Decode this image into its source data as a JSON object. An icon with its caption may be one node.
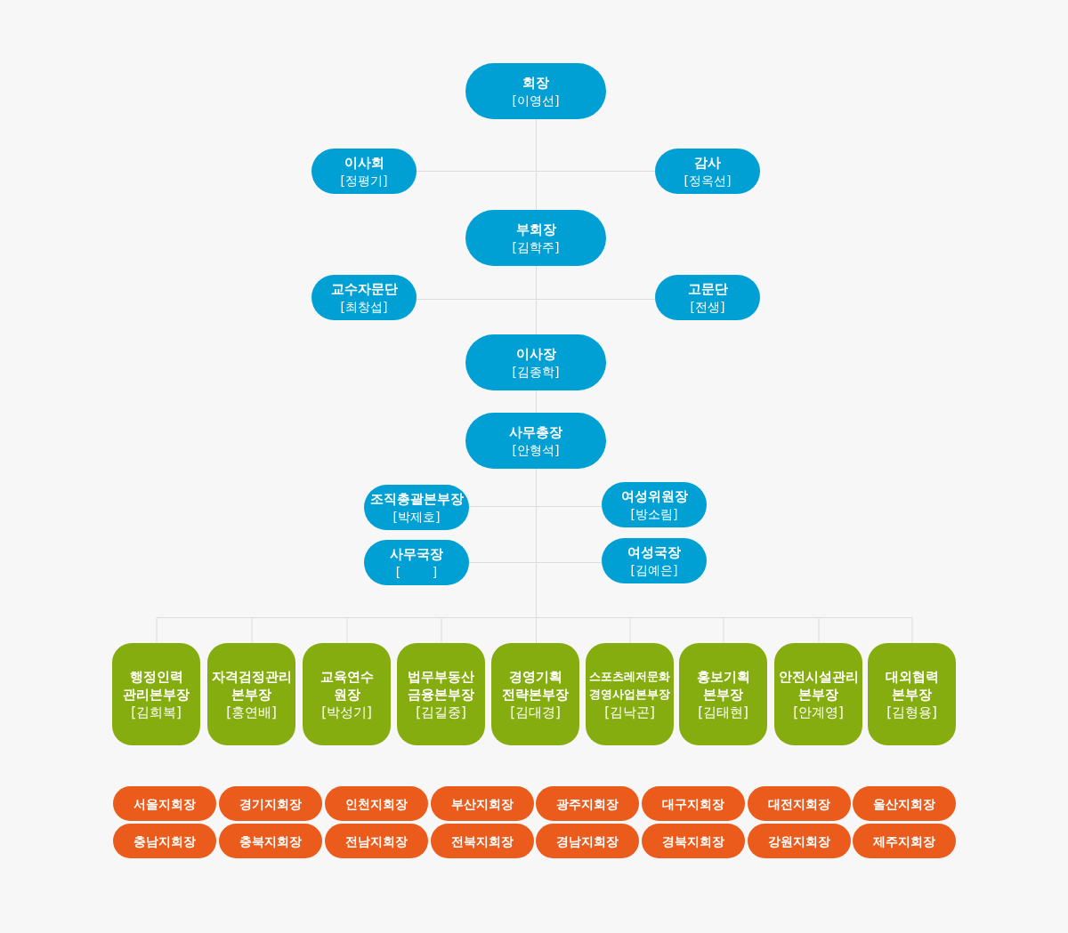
{
  "diagram": {
    "nodes": [
      {
        "text": [
          "회장",
          "[이영선]"
        ]
      },
      {
        "text": [
          "이사회",
          "[정평기]"
        ]
      },
      {
        "text": [
          "감사",
          "[정옥선]"
        ]
      },
      {
        "text": [
          "부회장",
          "[김학주]"
        ]
      },
      {
        "text": [
          "교수자문단",
          "[최창섭]"
        ]
      },
      {
        "text": [
          "고문단",
          "[전생]"
        ]
      },
      {
        "text": [
          "이사장",
          "[김종학]"
        ]
      },
      {
        "text": [
          "사무총장",
          "[안형석]"
        ]
      },
      {
        "text": [
          "조직총괄본부장",
          "[박제호]"
        ]
      },
      {
        "text": [
          "여성위원장",
          "[방소림]"
        ]
      },
      {
        "text": [
          "사무국장",
          "[        ]"
        ]
      },
      {
        "text": [
          "여성국장",
          "[김예은]"
        ]
      },
      {
        "text": [
          "행정인력 관리본부장",
          "[김희복]"
        ]
      },
      {
        "text": [
          "자격검정관리 본부장",
          "[홍연배]"
        ]
      },
      {
        "text": [
          "교육연수 원장",
          "[박성기]"
        ]
      },
      {
        "text": [
          "법무부동산 금융본부장",
          "[김길중]"
        ]
      },
      {
        "text": [
          "경영기획 전략본부장",
          "[김대경]"
        ]
      },
      {
        "text": [
          "스포츠레저문화 경영사업본부장",
          "[김낙곤]"
        ]
      },
      {
        "text": [
          "홍보기획 본부장",
          "[김태현]"
        ]
      },
      {
        "text": [
          "안전시설관리 본부장",
          "[안계영]"
        ]
      },
      {
        "text": [
          "대외협력 본부장",
          "[김형용]"
        ]
      },
      {
        "text": [
          "서울지회장"
        ]
      },
      {
        "text": [
          "경기지회장"
        ]
      },
      {
        "text": [
          "인천지회장"
        ]
      },
      {
        "text": [
          "부산지회장"
        ]
      },
      {
        "text": [
          "광주지회장"
        ]
      },
      {
        "text": [
          "대구지회장"
        ]
      },
      {
        "text": [
          "대전지회장"
        ]
      },
      {
        "text": [
          "울산지회장"
        ]
      },
      {
        "text": [
          "충남지회장"
        ]
      },
      {
        "text": [
          "충북지회장"
        ]
      },
      {
        "text": [
          "전남지회장"
        ]
      },
      {
        "text": [
          "전북지회장"
        ]
      },
      {
        "text": [
          "경남지회장"
        ]
      },
      {
        "text": [
          "경북지회장"
        ]
      },
      {
        "text": [
          "강원지회장"
        ]
      },
      {
        "text": [
          "제주지회장"
        ]
      }
    ],
    "edges": [
      {
        "from": 0,
        "to": 3,
        "arrow": "none"
      },
      {
        "from": 3,
        "to": 6,
        "arrow": "none"
      },
      {
        "from": 6,
        "to": 7,
        "arrow": "none"
      },
      {
        "from": 0,
        "to": 1,
        "arrow": "none"
      },
      {
        "from": 0,
        "to": 2,
        "arrow": "none"
      },
      {
        "from": 3,
        "to": 4,
        "arrow": "none"
      },
      {
        "from": 3,
        "to": 5,
        "arrow": "none"
      },
      {
        "from": 7,
        "to": 8,
        "arrow": "none"
      },
      {
        "from": 7,
        "to": 9,
        "arrow": "none"
      },
      {
        "from": 7,
        "to": 10,
        "arrow": "none"
      },
      {
        "from": 7,
        "to": 11,
        "arrow": "none"
      },
      {
        "from": 7,
        "to": 12,
        "arrow": "none"
      },
      {
        "from": 7,
        "to": 13,
        "arrow": "none"
      },
      {
        "from": 7,
        "to": 14,
        "arrow": "none"
      },
      {
        "from": 7,
        "to": 15,
        "arrow": "none"
      },
      {
        "from": 7,
        "to": 16,
        "arrow": "none"
      },
      {
        "from": 7,
        "to": 17,
        "arrow": "none"
      },
      {
        "from": 7,
        "to": 18,
        "arrow": "none"
      },
      {
        "from": 7,
        "to": 19,
        "arrow": "none"
      },
      {
        "from": 7,
        "to": 20,
        "arrow": "none"
      }
    ]
  }
}
